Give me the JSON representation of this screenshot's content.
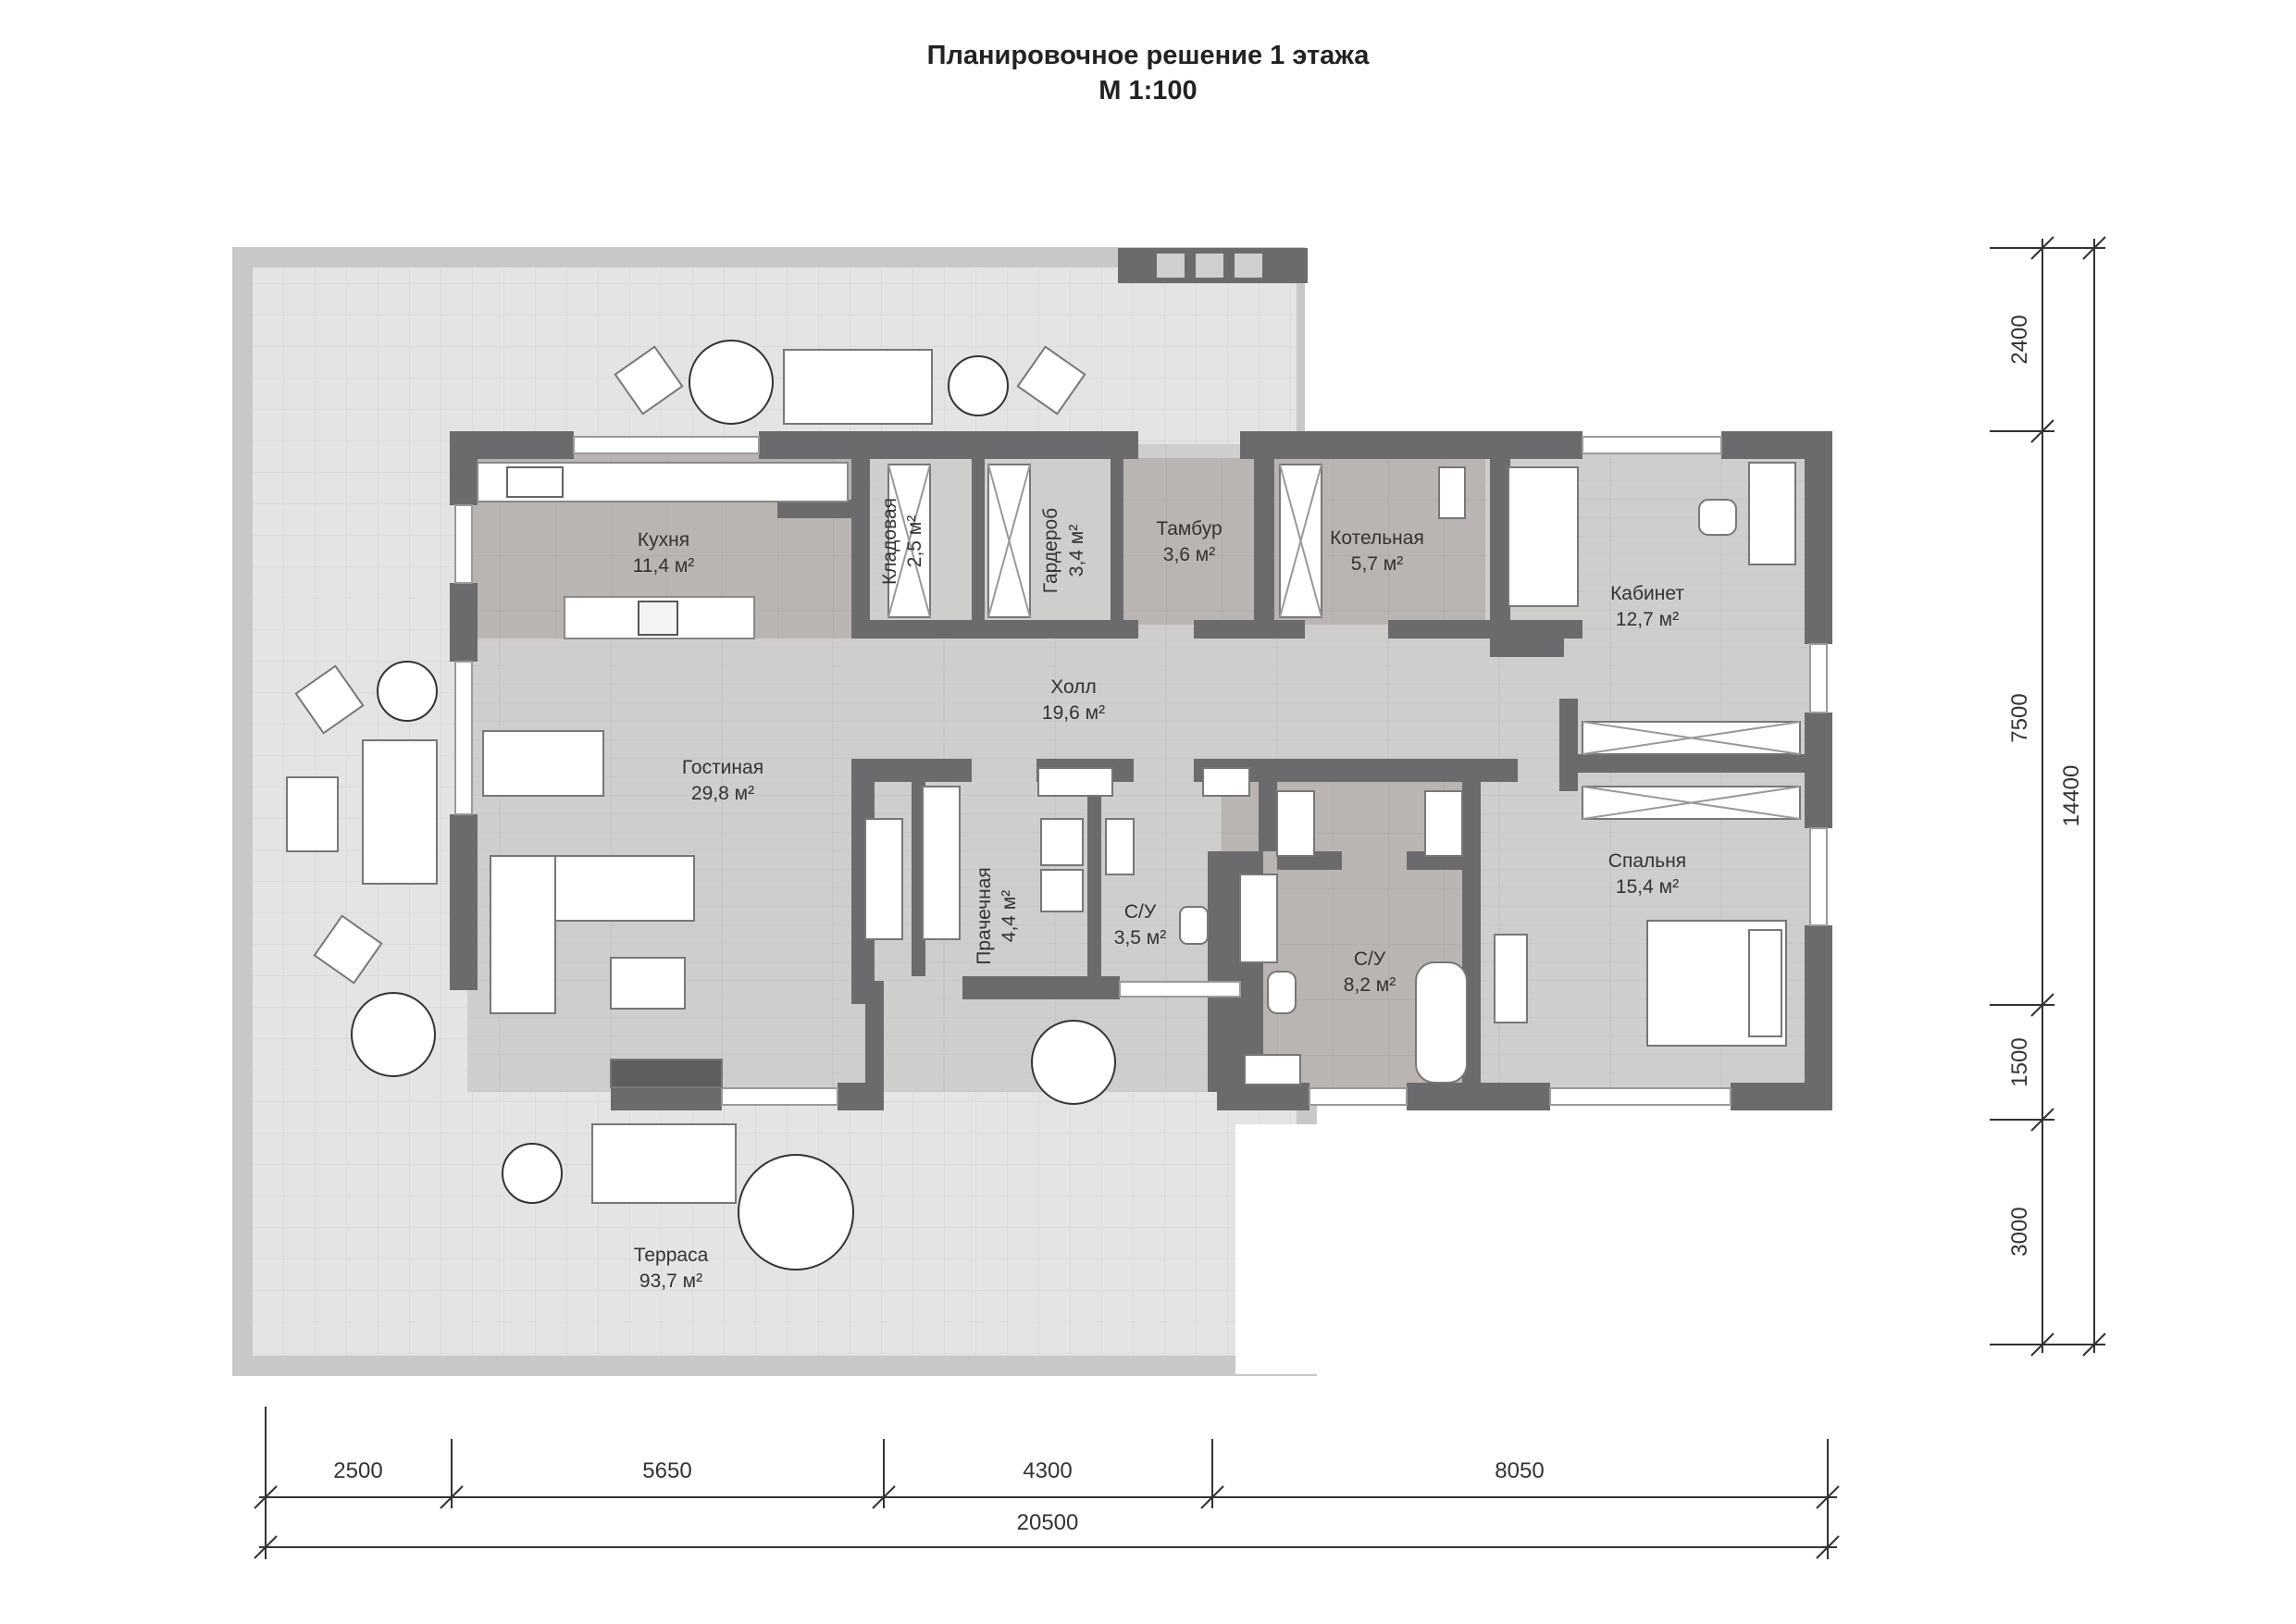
{
  "title": {
    "line1": "Планировочное решение 1 этажа",
    "line2": "М 1:100"
  },
  "rooms": {
    "kitchen": {
      "name": "Кухня",
      "area": "11,4 м²"
    },
    "pantry": {
      "name": "Кладовая",
      "area": "2,5 м²"
    },
    "wardrobe": {
      "name": "Гардероб",
      "area": "3,4 м²"
    },
    "vestibule": {
      "name": "Тамбур",
      "area": "3,6 м²"
    },
    "boiler": {
      "name": "Котельная",
      "area": "5,7 м²"
    },
    "office": {
      "name": "Кабинет",
      "area": "12,7 м²"
    },
    "hall": {
      "name": "Холл",
      "area": "19,6 м²"
    },
    "living": {
      "name": "Гостиная",
      "area": "29,8 м²"
    },
    "laundry": {
      "name": "Прачечная",
      "area": "4,4 м²"
    },
    "wc_small": {
      "name": "С/У",
      "area": "3,5 м²"
    },
    "wc_big": {
      "name": "С/У",
      "area": "8,2 м²"
    },
    "bedroom": {
      "name": "Спальня",
      "area": "15,4 м²"
    },
    "terrace": {
      "name": "Терраса",
      "area": "93,7 м²"
    }
  },
  "dimensions": {
    "horizontal": [
      "2500",
      "5650",
      "4300",
      "8050"
    ],
    "horizontal_total": "20500",
    "vertical": [
      "2400",
      "7500",
      "1500",
      "3000"
    ],
    "vertical_total": "14400"
  },
  "colors": {
    "wall": "#6b6b6d",
    "terrace": "#e3e3e3",
    "floor": "#d0cfce",
    "kitchen_floor": "#b9b4b1",
    "line": "#333333"
  }
}
